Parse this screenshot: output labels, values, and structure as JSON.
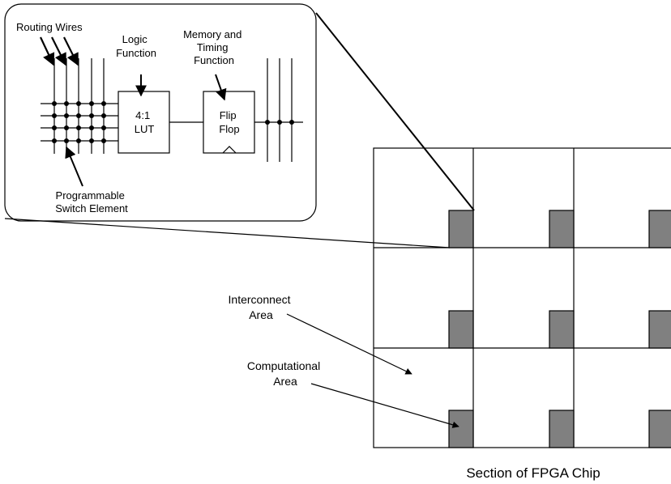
{
  "callout": {
    "routing_wires": "Routing Wires",
    "logic_function": [
      "Logic",
      "Function"
    ],
    "memory_timing": [
      "Memory and",
      "Timing",
      "Function"
    ],
    "lut": [
      "4:1",
      "LUT"
    ],
    "flip_flop": [
      "Flip",
      "Flop"
    ],
    "switch_element": [
      "Programmable",
      "Switch Element"
    ]
  },
  "chip": {
    "interconnect_area": [
      "Interconnect",
      "Area"
    ],
    "computational_area": [
      "Computational",
      "Area"
    ],
    "caption": "Section of FPGA Chip",
    "block_color": "#808080"
  }
}
